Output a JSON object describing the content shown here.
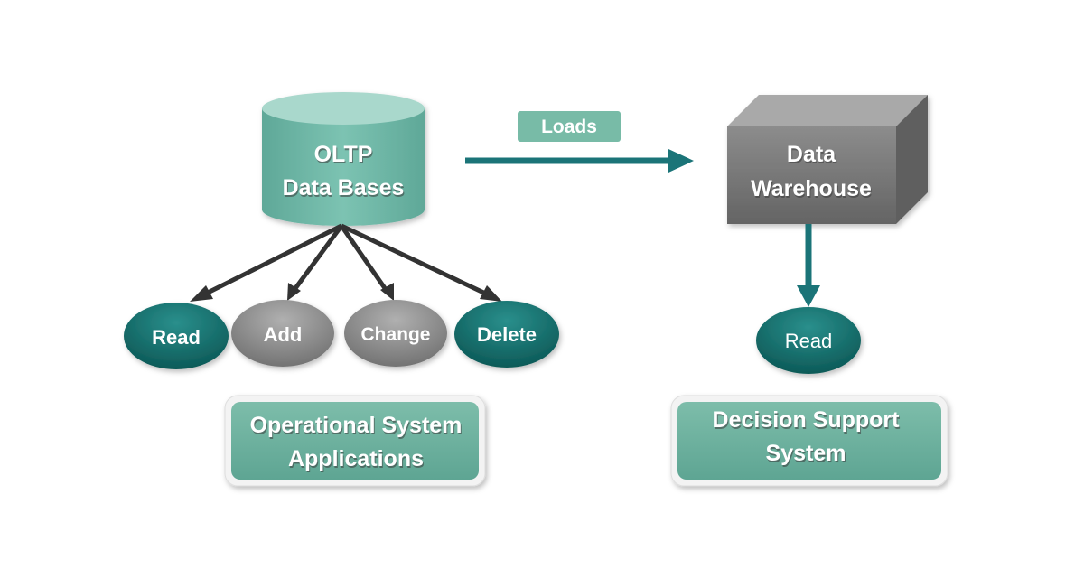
{
  "oltp": {
    "line1": "OLTP",
    "line2": "Data Bases"
  },
  "loads_label": "Loads",
  "warehouse": {
    "line1": "Data",
    "line2": "Warehouse"
  },
  "operations": [
    {
      "label": "Read",
      "style": "teal"
    },
    {
      "label": "Add",
      "style": "gray"
    },
    {
      "label": "Change",
      "style": "gray"
    },
    {
      "label": "Delete",
      "style": "teal"
    }
  ],
  "dw_read_label": "Read",
  "operational_box": {
    "line1": "Operational System",
    "line2": "Applications"
  },
  "decision_box": {
    "line1": "Decision Support",
    "line2": "System"
  },
  "colors": {
    "teal_dark": "#0f6b6a",
    "teal_light": "#6fb7a6",
    "gray_node": "#8a8a8a",
    "arrow_dark": "#333333",
    "arrow_teal": "#1b7478"
  }
}
